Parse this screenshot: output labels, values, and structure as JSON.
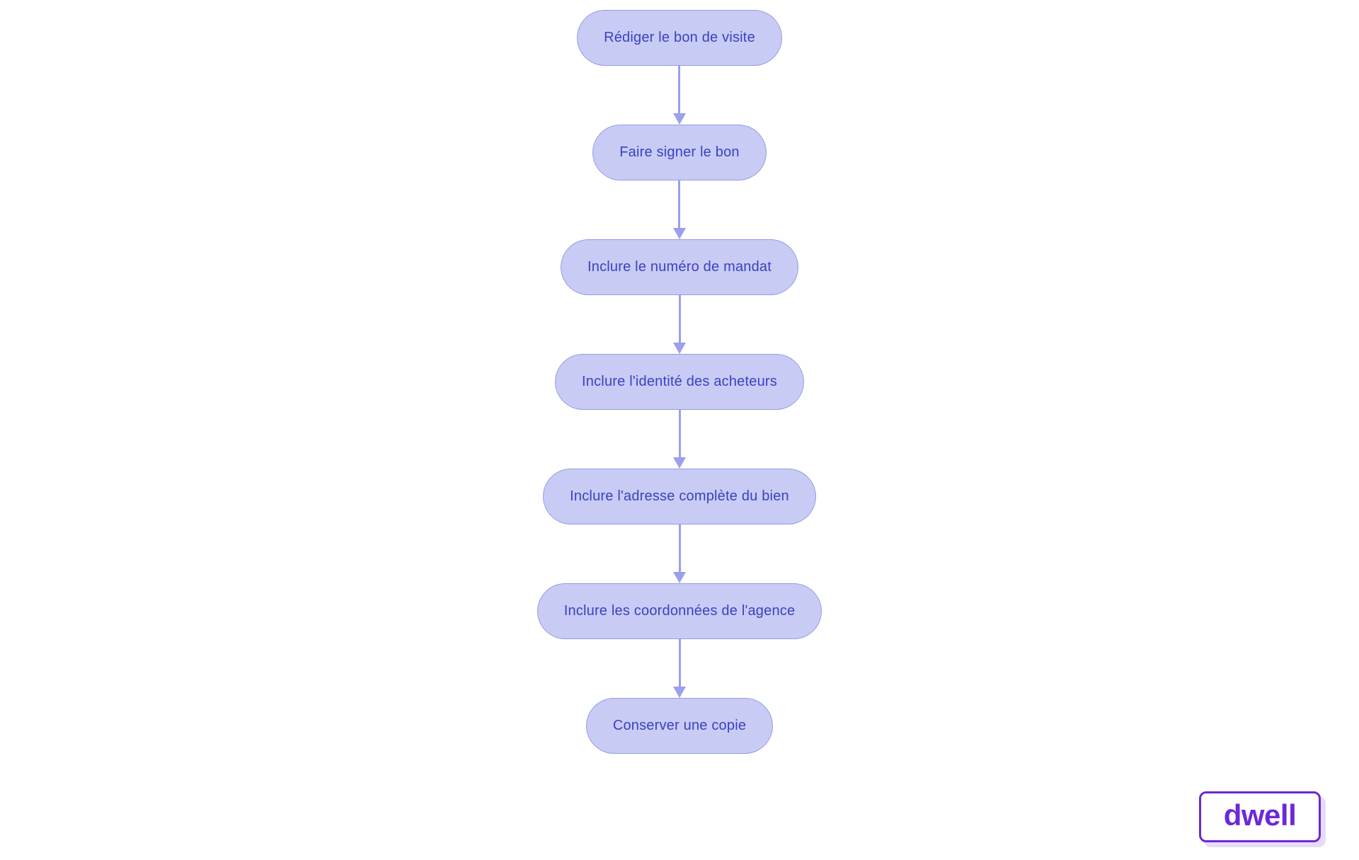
{
  "page": {
    "background": "#ffffff"
  },
  "flow": {
    "type": "flowchart",
    "direction": "top-down",
    "node_fill": "#c8cbf4",
    "node_border": "#979ce7",
    "node_text_color": "#3b42c0",
    "arrow_color": "#9aa0ed",
    "nodes": [
      {
        "label": "Rédiger le bon de visite"
      },
      {
        "label": "Faire signer le bon"
      },
      {
        "label": "Inclure le numéro de mandat"
      },
      {
        "label": "Inclure l'identité des acheteurs"
      },
      {
        "label": "Inclure l'adresse complète du bien"
      },
      {
        "label": "Inclure les coordonnées de l'agence"
      },
      {
        "label": "Conserver une copie"
      }
    ],
    "edges": [
      {
        "from": 0,
        "to": 1
      },
      {
        "from": 1,
        "to": 2
      },
      {
        "from": 2,
        "to": 3
      },
      {
        "from": 3,
        "to": 4
      },
      {
        "from": 4,
        "to": 5
      },
      {
        "from": 5,
        "to": 6
      }
    ]
  },
  "watermark": {
    "label": "dwell",
    "color": "#6d28d9",
    "background": "#ffffff",
    "shadow_color": "#e6dcf6"
  }
}
